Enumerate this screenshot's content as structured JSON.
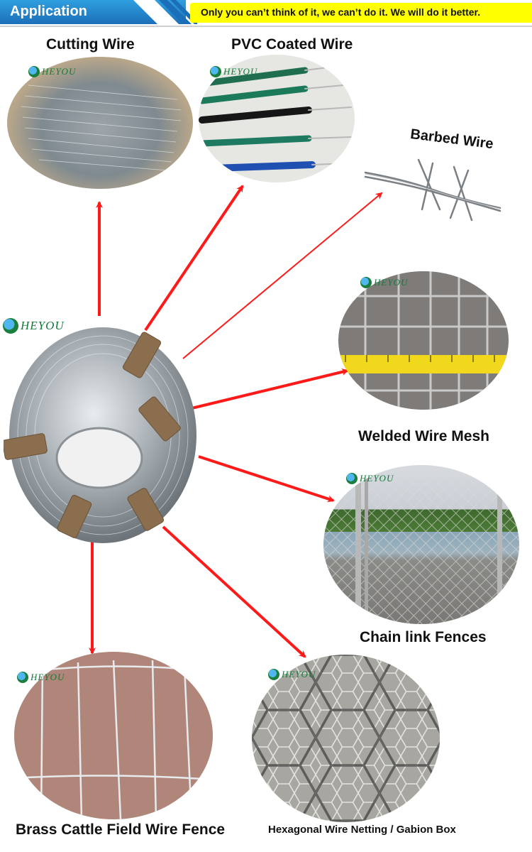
{
  "header": {
    "title": "Application",
    "slogan": "Only you can’t think of it, we can’t do it.  We will do it better."
  },
  "brand": {
    "logo_text": "HEYOU"
  },
  "center_product": {
    "logo_text": "HEYOU"
  },
  "applications": [
    {
      "label": "Cutting Wire"
    },
    {
      "label": "PVC Coated Wire"
    },
    {
      "label": "Barbed Wire"
    },
    {
      "label": "Welded Wire Mesh"
    },
    {
      "label": "Chain link Fences"
    },
    {
      "label": "Brass Cattle Field Wire Fence"
    },
    {
      "label": "Hexagonal Wire Netting / Gabion Box"
    }
  ],
  "colors": {
    "header_blue": "#1b6fb8",
    "slogan_bg": "#ffff00",
    "arrow": "#ff1a1a",
    "logo_green": "#127a3a"
  }
}
